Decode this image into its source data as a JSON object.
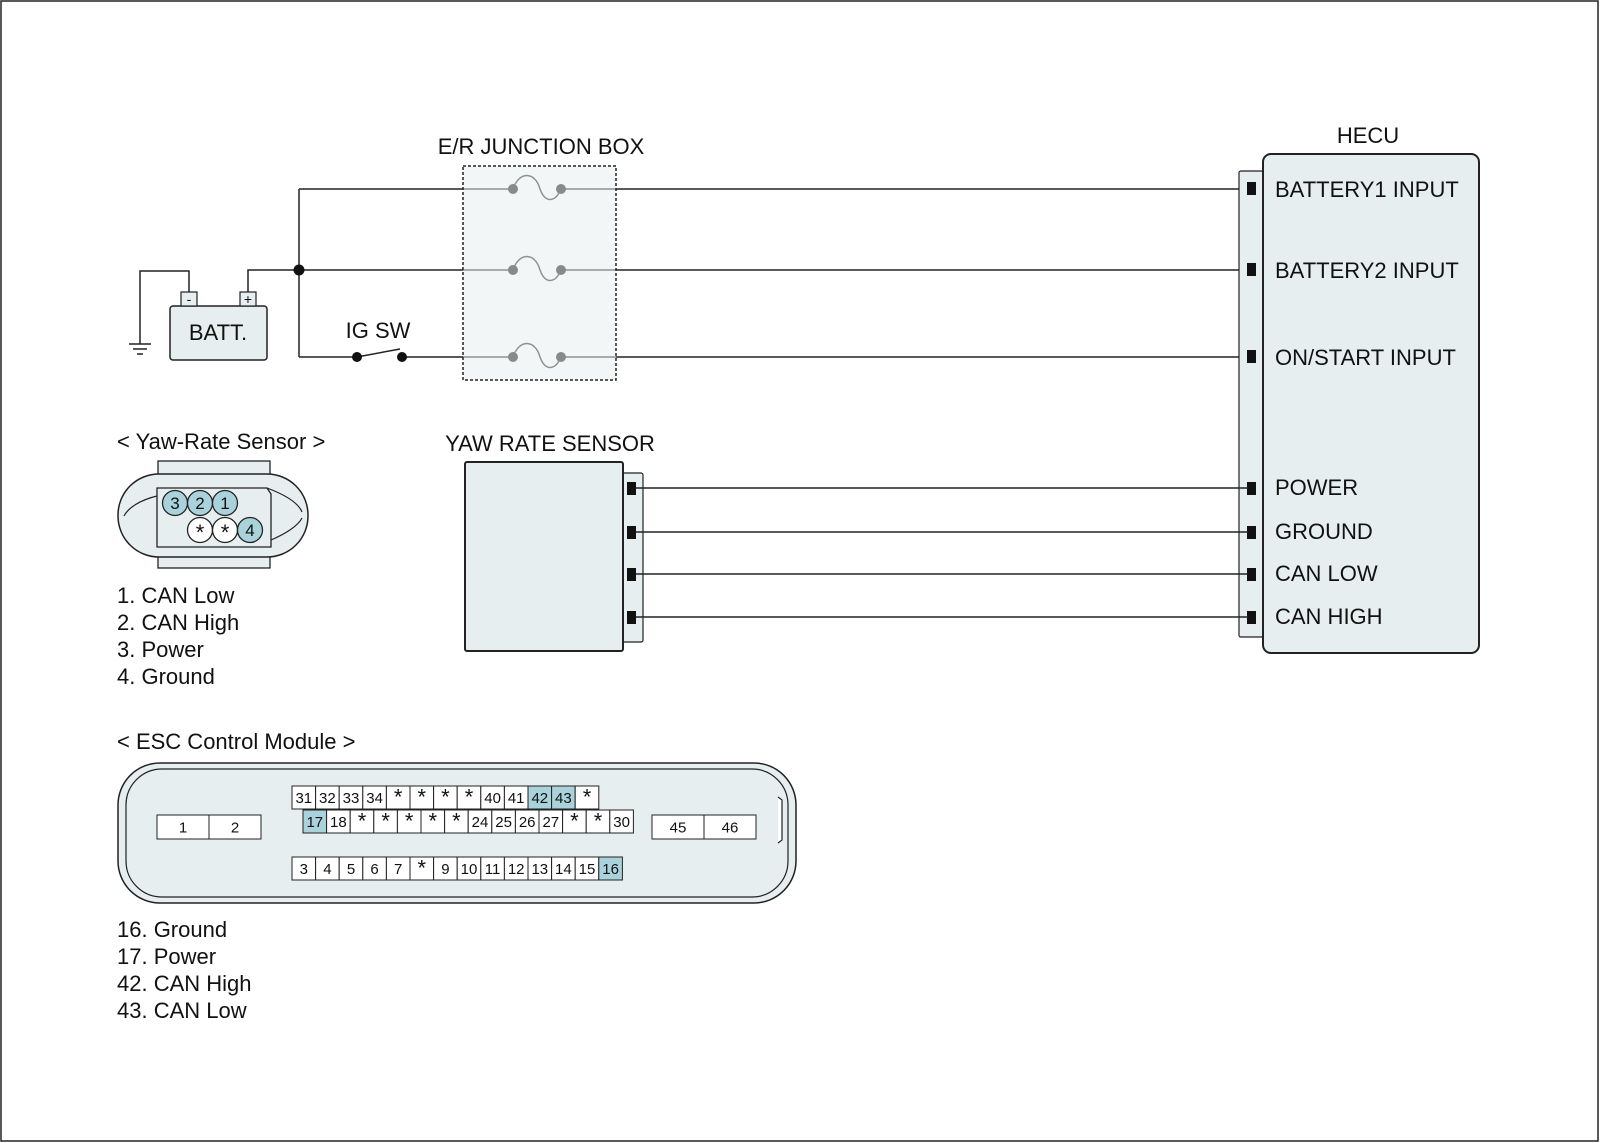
{
  "colors": {
    "line": "#222222",
    "box_fill": "#e7eeef",
    "highlight": "#a9d2db",
    "page": "#ffffff"
  },
  "junction_box": {
    "title": "E/R JUNCTION BOX"
  },
  "battery": {
    "label": "BATT.",
    "neg": "-",
    "pos": "+"
  },
  "ig_switch": {
    "label": "IG SW"
  },
  "hecu": {
    "title": "HECU",
    "inputs": [
      "BATTERY1 INPUT",
      "BATTERY2 INPUT",
      "ON/START INPUT",
      "POWER",
      "GROUND",
      "CAN LOW",
      "CAN HIGH"
    ]
  },
  "yaw_sensor_box": {
    "title": "YAW RATE SENSOR"
  },
  "yaw_connector": {
    "title": "< Yaw-Rate Sensor >",
    "top_pins": [
      "3",
      "2",
      "1"
    ],
    "bottom_pins": [
      "*",
      "*",
      "4"
    ],
    "highlighted": [
      "3",
      "2",
      "1",
      "4"
    ],
    "legend": [
      "1. CAN Low",
      "2. CAN High",
      "3. Power",
      "4. Ground"
    ]
  },
  "esc_module": {
    "title": "< ESC Control Module >",
    "left_pins": [
      "1",
      "2"
    ],
    "right_pins": [
      "45",
      "46"
    ],
    "row1": [
      "31",
      "32",
      "33",
      "34",
      "*",
      "*",
      "*",
      "*",
      "40",
      "41",
      "42",
      "43",
      "*"
    ],
    "row2": [
      "17",
      "18",
      "*",
      "*",
      "*",
      "*",
      "*",
      "24",
      "25",
      "26",
      "27",
      "*",
      "*",
      "30"
    ],
    "row3": [
      "3",
      "4",
      "5",
      "6",
      "7",
      "*",
      "9",
      "10",
      "11",
      "12",
      "13",
      "14",
      "15",
      "16"
    ],
    "highlighted": [
      "16",
      "17",
      "42",
      "43"
    ],
    "legend": [
      "16. Ground",
      "17. Power",
      "42. CAN High",
      "43. CAN Low"
    ]
  }
}
